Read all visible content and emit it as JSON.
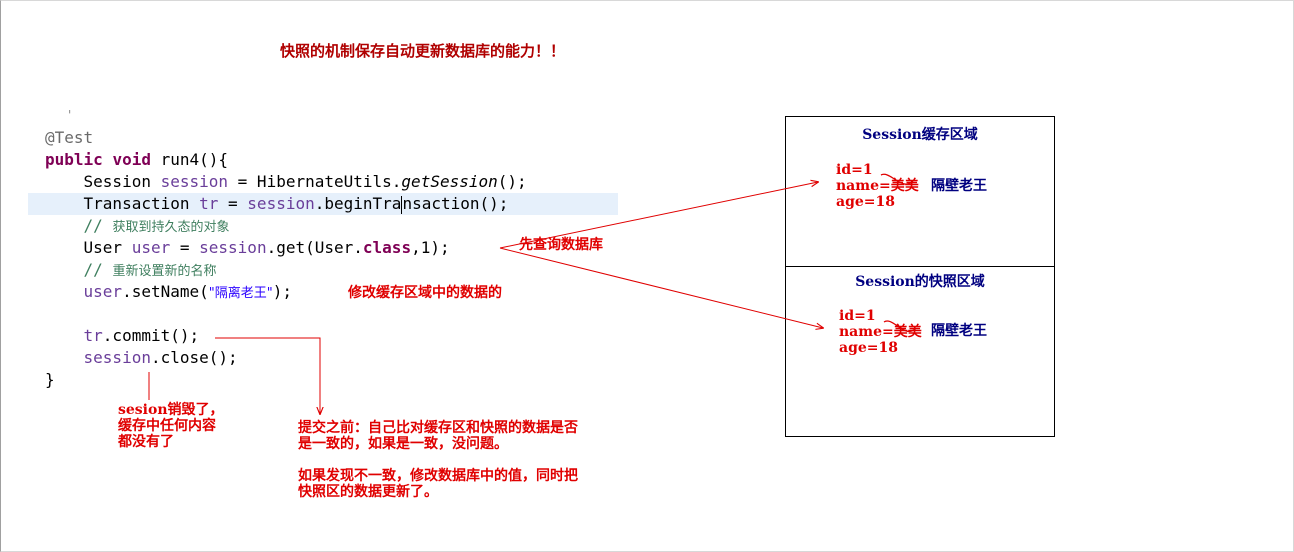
{
  "title": "快照的机制保存自动更新数据库的能力！！",
  "tick_mark": "'",
  "code": {
    "annotation": "@Test",
    "kw_public": "public",
    "kw_void": "void",
    "method": " run4(){",
    "l3_type": "Session ",
    "l3_var": "session",
    "l3_eq": " = HibernateUtils.",
    "l3_call": "getSession",
    "l3_end": "();",
    "l4_type": "Transaction ",
    "l4_var": "tr",
    "l4_eq": " = ",
    "l4_var2": "session",
    "l4_call_a": ".beginTra",
    "l4_call_b": "nsaction();",
    "c1_slashes": "// ",
    "c1_text": "获取到持久态的对象",
    "l6_type": "User ",
    "l6_var": "user",
    "l6_eq": " = ",
    "l6_var2": "session",
    "l6_call": ".get(User.",
    "l6_kw": "class",
    "l6_end": ",1);",
    "c2_slashes": "// ",
    "c2_text": "重新设置新的名称",
    "l8_var": "user",
    "l8_call": ".setName(",
    "l8_str": "\"隔离老王\"",
    "l8_end": ");",
    "l10_var": "tr",
    "l10_end": ".commit();",
    "l11_var": "session",
    "l11_end": ".close();",
    "l12": "}"
  },
  "notes": {
    "query_db": "先查询数据库",
    "modify_cache": "修改缓存区域中的数据的",
    "session_destroyed": [
      "sesion销毁了，",
      "缓存中任何内容",
      "都没有了"
    ],
    "commit_compare": [
      "提交之前：自己比对缓存区和快照的数据是否",
      "是一致的，如果是一致，没问题。"
    ],
    "mismatch_update": [
      "如果发现不一致，修改数据库中的值，同时把",
      "快照区的数据更新了。"
    ]
  },
  "cache_box": {
    "title": "Session缓存区域",
    "fields": [
      "id=1",
      "name=美美",
      "age=18"
    ],
    "new_value": "隔壁老王"
  },
  "snapshot_box": {
    "title": "Session的快照区域",
    "fields": [
      "id=1",
      "name=美美",
      "age=18"
    ],
    "new_value": "隔壁老王"
  },
  "colors": {
    "annotation_red": "#e00000",
    "box_title_navy": "#000080",
    "keyword": "#7f0055",
    "variable": "#6a3e9a",
    "comment": "#3f7f5f",
    "string": "#2a00ff",
    "line_highlight": "#e6f0fb"
  }
}
